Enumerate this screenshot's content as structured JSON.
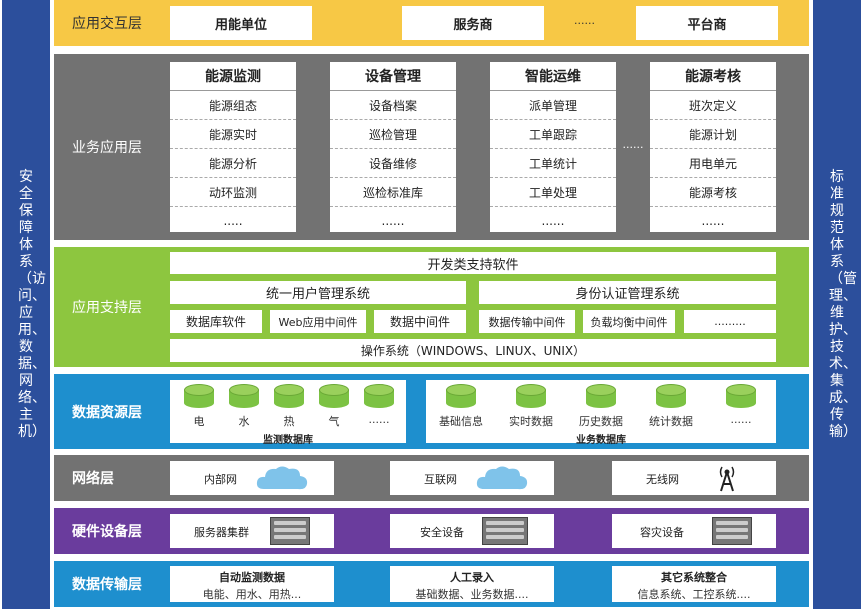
{
  "left_side": "安全保障体系（访问、应用、数据、网络、主机）",
  "right_side": "标准规范体系（管理、维护、技术、集成、传输）",
  "layers": {
    "interaction": {
      "label": "应用交互层",
      "items": [
        "用能单位",
        "服务商",
        "......",
        "平台商"
      ]
    },
    "business": {
      "label": "业务应用层",
      "dots": "......",
      "columns": [
        {
          "title": "能源监测",
          "items": [
            "能源组态",
            "能源实时",
            "能源分析",
            "动环监测",
            "....."
          ]
        },
        {
          "title": "设备管理",
          "items": [
            "设备档案",
            "巡检管理",
            "设备维修",
            "巡检标准库",
            "......"
          ]
        },
        {
          "title": "智能运维",
          "items": [
            "派单管理",
            "工单跟踪",
            "工单统计",
            "工单处理",
            "......"
          ]
        },
        {
          "title": "能源考核",
          "items": [
            "班次定义",
            "能源计划",
            "用电单元",
            "能源考核",
            "......"
          ]
        }
      ]
    },
    "support": {
      "label": "应用支持层",
      "dev": "开发类支持软件",
      "uum": "统一用户管理系统",
      "auth": "身份认证管理系统",
      "mid": [
        "数据库软件",
        "Web应用中间件",
        "数据中间件",
        "数据传输中间件",
        "负载均衡中间件",
        "........."
      ],
      "os": "操作系统（WINDOWS、LINUX、UNIX）"
    },
    "data": {
      "label": "数据资源层",
      "monitor": {
        "title": "监测数据库",
        "items": [
          "电",
          "水",
          "热",
          "气",
          "......"
        ]
      },
      "business": {
        "title": "业务数据库",
        "items": [
          "基础信息",
          "实时数据",
          "历史数据",
          "统计数据",
          "......"
        ]
      }
    },
    "network": {
      "label": "网络层",
      "items": [
        "内部网",
        "互联网",
        "无线网"
      ]
    },
    "hardware": {
      "label": "硬件设备层",
      "items": [
        "服务器集群",
        "安全设备",
        "容灾设备"
      ]
    },
    "transport": {
      "label": "数据传输层",
      "items": [
        {
          "title": "自动监测数据",
          "sub": "电能、用水、用热..."
        },
        {
          "title": "人工录入",
          "sub": "基础数据、业务数据...."
        },
        {
          "title": "其它系统整合",
          "sub": "信息系统、工控系统...."
        }
      ]
    }
  },
  "colors": {
    "side": "#2c4f9c",
    "interaction": "#f7c845",
    "business": "#727272",
    "support": "#8dc63f",
    "data": "#1e8fce",
    "network": "#727272",
    "hardware": "#6a3c9d",
    "transport": "#1e8fce"
  }
}
